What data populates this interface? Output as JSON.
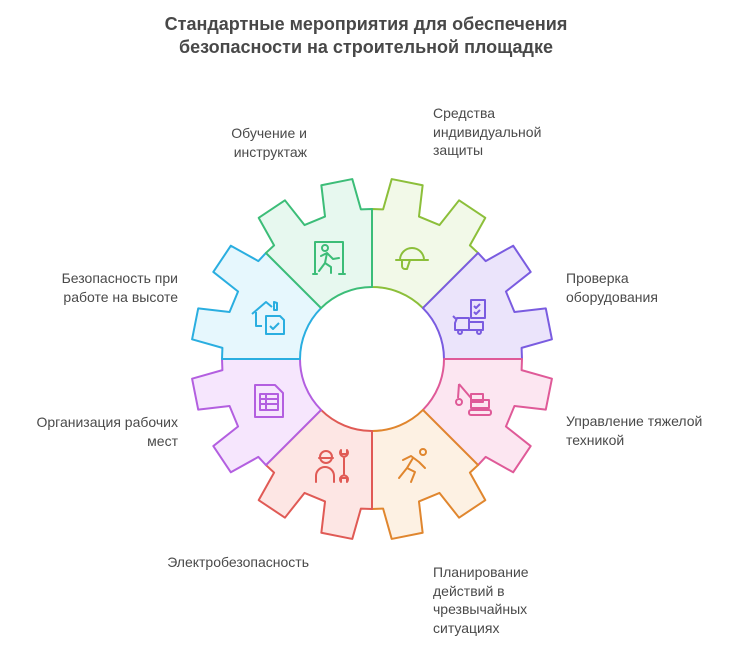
{
  "title": {
    "line1": "Стандартные мероприятия для обеспечения",
    "line2": "безопасности на строительной площадке"
  },
  "segments": [
    {
      "id": "ppe",
      "label": [
        "Средства",
        "индивидуальной",
        "защиты"
      ],
      "icon": "hard-hat-icon",
      "stroke": "#8cbf3a",
      "fill": "#f2f9e8"
    },
    {
      "id": "equipment",
      "label": [
        "Проверка",
        "оборудования"
      ],
      "icon": "truck-checklist-icon",
      "stroke": "#7a5ce0",
      "fill": "#ebe4fb"
    },
    {
      "id": "machinery",
      "label": [
        "Управление тяжелой",
        "техникой"
      ],
      "icon": "excavator-icon",
      "stroke": "#df5a98",
      "fill": "#fce6f1"
    },
    {
      "id": "emergency",
      "label": [
        "Планирование",
        "действий в",
        "чрезвычайных",
        "ситуациях"
      ],
      "icon": "running-person-icon",
      "stroke": "#e0862e",
      "fill": "#fdf1e3"
    },
    {
      "id": "electrical",
      "label": [
        "Электробезопасность"
      ],
      "icon": "electrician-wrench-icon",
      "stroke": "#e05a55",
      "fill": "#fde6e4"
    },
    {
      "id": "workplace",
      "label": [
        "Организация рабочих",
        "мест"
      ],
      "icon": "spreadsheet-document-icon",
      "stroke": "#b35fe0",
      "fill": "#f6e6fd"
    },
    {
      "id": "height",
      "label": [
        "Безопасность при",
        "работе на высоте"
      ],
      "icon": "house-check-icon",
      "stroke": "#2aaee0",
      "fill": "#e6f7fd"
    },
    {
      "id": "training",
      "label": [
        "Обучение и",
        "инструктаж"
      ],
      "icon": "emergency-exit-icon",
      "stroke": "#3cbd78",
      "fill": "#e7f8ef"
    }
  ]
}
